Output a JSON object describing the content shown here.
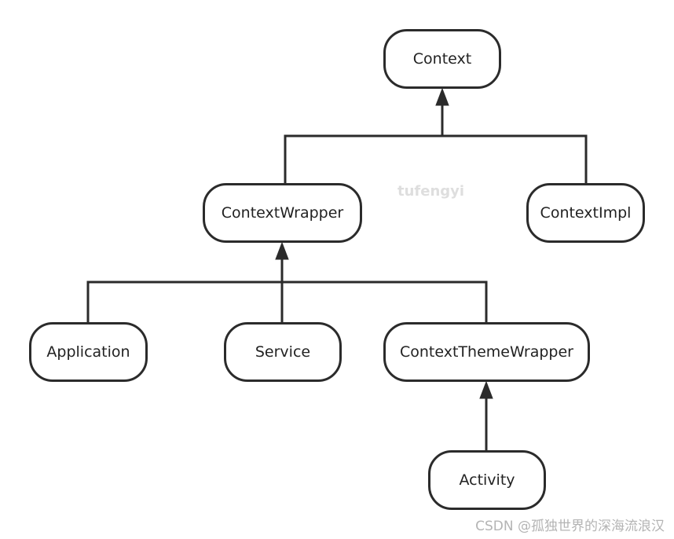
{
  "nodes": {
    "context": "Context",
    "context_wrapper": "ContextWrapper",
    "context_impl": "ContextImpl",
    "application": "Application",
    "service": "Service",
    "context_theme_wrapper": "ContextThemeWrapper",
    "activity": "Activity"
  },
  "edges": [
    {
      "from": "ContextWrapper",
      "to": "Context",
      "type": "inheritance"
    },
    {
      "from": "ContextImpl",
      "to": "Context",
      "type": "inheritance"
    },
    {
      "from": "Application",
      "to": "ContextWrapper",
      "type": "inheritance"
    },
    {
      "from": "Service",
      "to": "ContextWrapper",
      "type": "inheritance"
    },
    {
      "from": "ContextThemeWrapper",
      "to": "ContextWrapper",
      "type": "inheritance"
    },
    {
      "from": "Activity",
      "to": "ContextThemeWrapper",
      "type": "inheritance"
    }
  ],
  "watermark": "tufengyi",
  "credit": "CSDN @孤独世界的深海流浪汉",
  "colors": {
    "stroke": "#2b2b2b",
    "text": "#222222",
    "watermark": "#dedede",
    "credit": "#b4b4b4"
  }
}
